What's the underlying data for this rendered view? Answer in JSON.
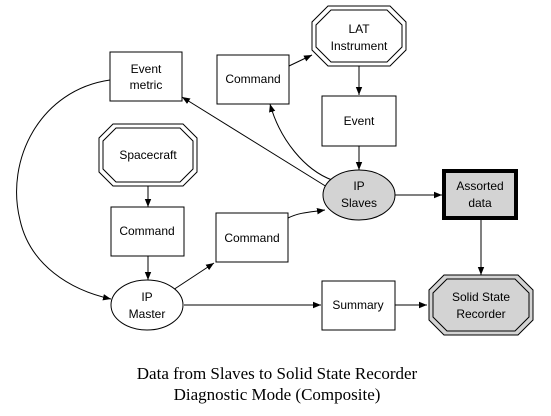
{
  "nodes": {
    "lat_instrument": {
      "lines": [
        "LAT",
        "Instrument"
      ]
    },
    "command_top": {
      "lines": [
        "Command"
      ]
    },
    "event_metric": {
      "lines": [
        "Event",
        "metric"
      ]
    },
    "event": {
      "lines": [
        "Event"
      ]
    },
    "spacecraft": {
      "lines": [
        "Spacecraft"
      ]
    },
    "ip_slaves": {
      "lines": [
        "IP",
        "Slaves"
      ]
    },
    "assorted_data": {
      "lines": [
        "Assorted",
        "data"
      ]
    },
    "command_left": {
      "lines": [
        "Command"
      ]
    },
    "command_mid": {
      "lines": [
        "Command"
      ]
    },
    "ip_master": {
      "lines": [
        "IP",
        "Master"
      ]
    },
    "summary": {
      "lines": [
        "Summary"
      ]
    },
    "solid_state_recorder": {
      "lines": [
        "Solid State",
        "Recorder"
      ]
    }
  },
  "caption": {
    "line1": "Data from Slaves to Solid State Recorder",
    "line2": "Diagnostic Mode (Composite)"
  },
  "colors": {
    "gray_fill": "#d3d3d3",
    "stroke": "#000000",
    "background": "#ffffff"
  }
}
